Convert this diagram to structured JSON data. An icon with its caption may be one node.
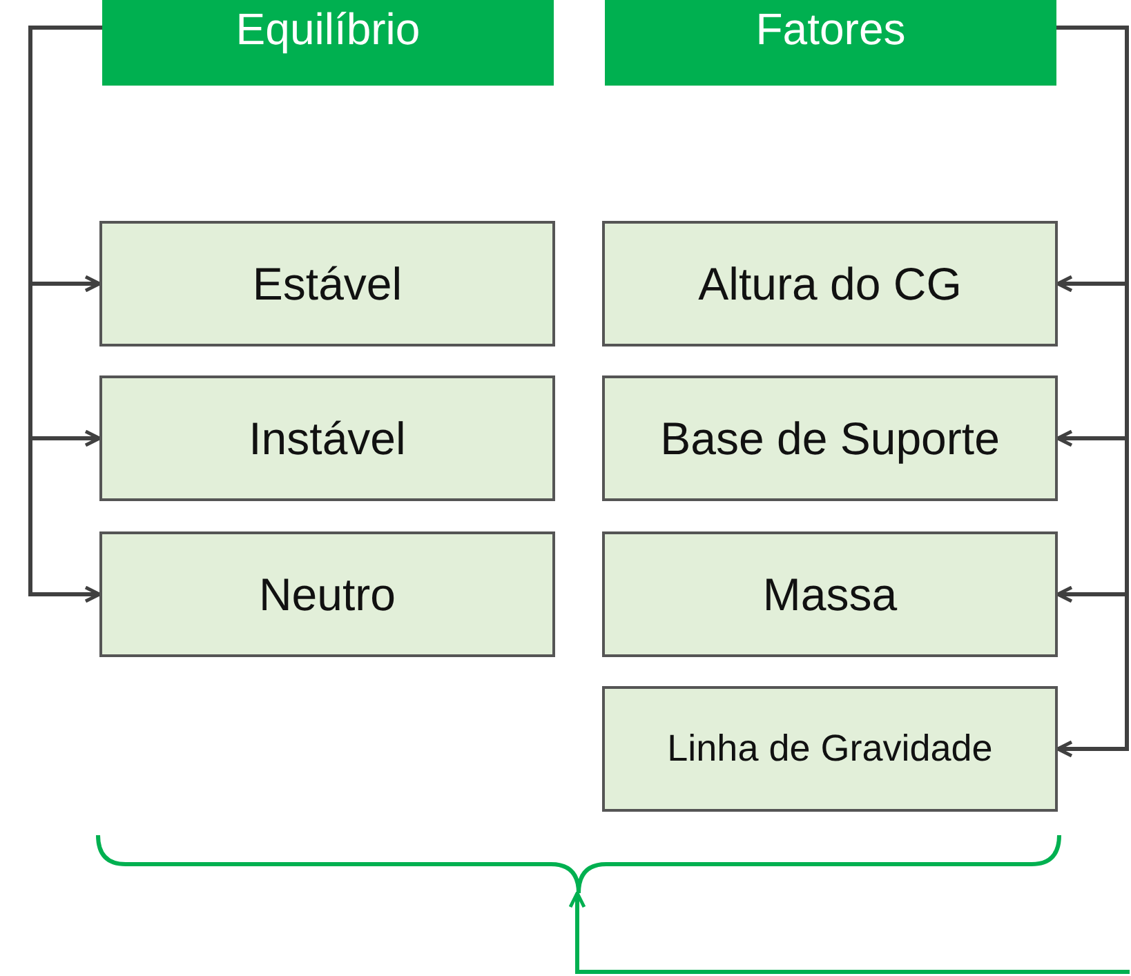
{
  "diagram": {
    "nodes": [
      {
        "text": [
          "Equilíbrio"
        ]
      },
      {
        "text": [
          "Fatores"
        ]
      },
      {
        "text": [
          "Estável"
        ]
      },
      {
        "text": [
          "Instável"
        ]
      },
      {
        "text": [
          "Neutro"
        ]
      },
      {
        "text": [
          "Altura do CG"
        ]
      },
      {
        "text": [
          "Base de Suporte"
        ]
      },
      {
        "text": [
          "Massa"
        ]
      },
      {
        "text": [
          "Linha de Gravidade"
        ]
      },
      {
        "text": [],
        "shape": "brace"
      }
    ],
    "edges": [
      {
        "from": 0,
        "to": 2,
        "arrow": "to"
      },
      {
        "from": 0,
        "to": 3,
        "arrow": "to"
      },
      {
        "from": 0,
        "to": 4,
        "arrow": "to"
      },
      {
        "from": 1,
        "to": 5,
        "arrow": "to"
      },
      {
        "from": 1,
        "to": 6,
        "arrow": "to"
      },
      {
        "from": 1,
        "to": 7,
        "arrow": "to"
      },
      {
        "from": 1,
        "to": 8,
        "arrow": "to"
      },
      {
        "from": null,
        "to": 9,
        "arrow": "to",
        "color": "#00b050"
      }
    ]
  }
}
